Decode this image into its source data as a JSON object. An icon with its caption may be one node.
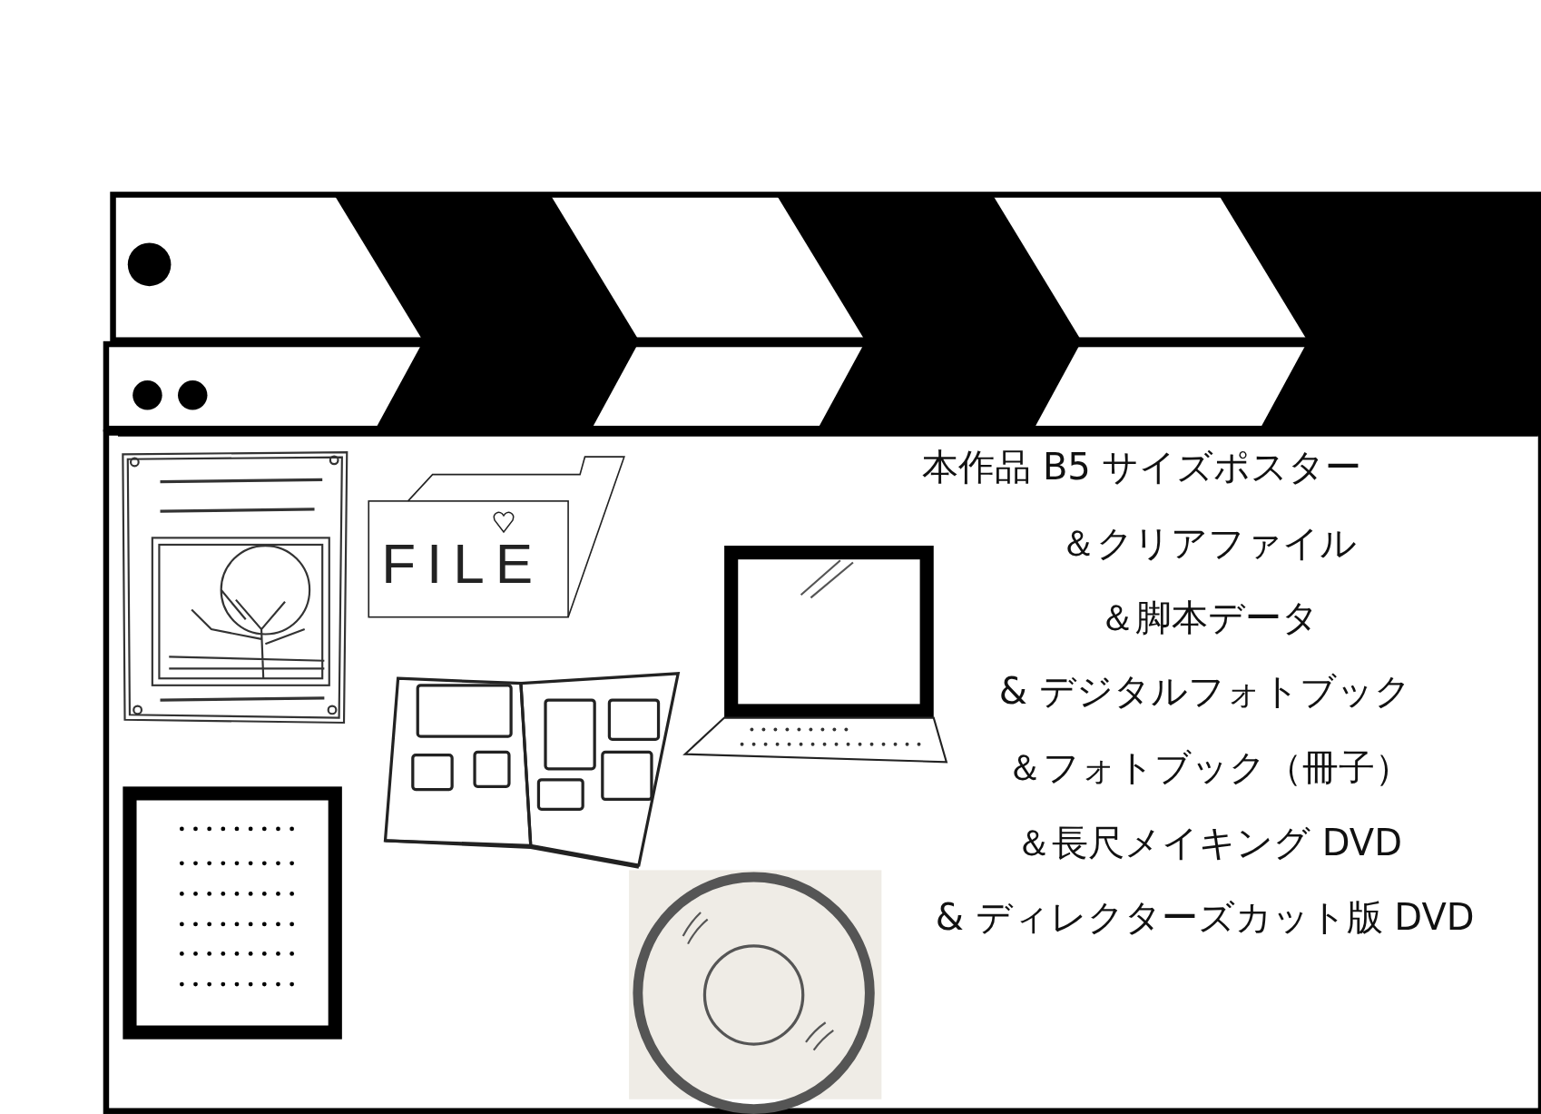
{
  "diagram": {
    "nodes": [
      {
        "text": [
          "FILE"
        ]
      }
    ],
    "labels": [
      "本作品 B5 サイズポスター",
      "＆クリアファイル",
      "＆脚本データ",
      "& デジタルフォトブック",
      "＆フォトブック（冊子）",
      "＆長尺メイキング DVD",
      "& ディレクターズカット版 DVD"
    ]
  }
}
